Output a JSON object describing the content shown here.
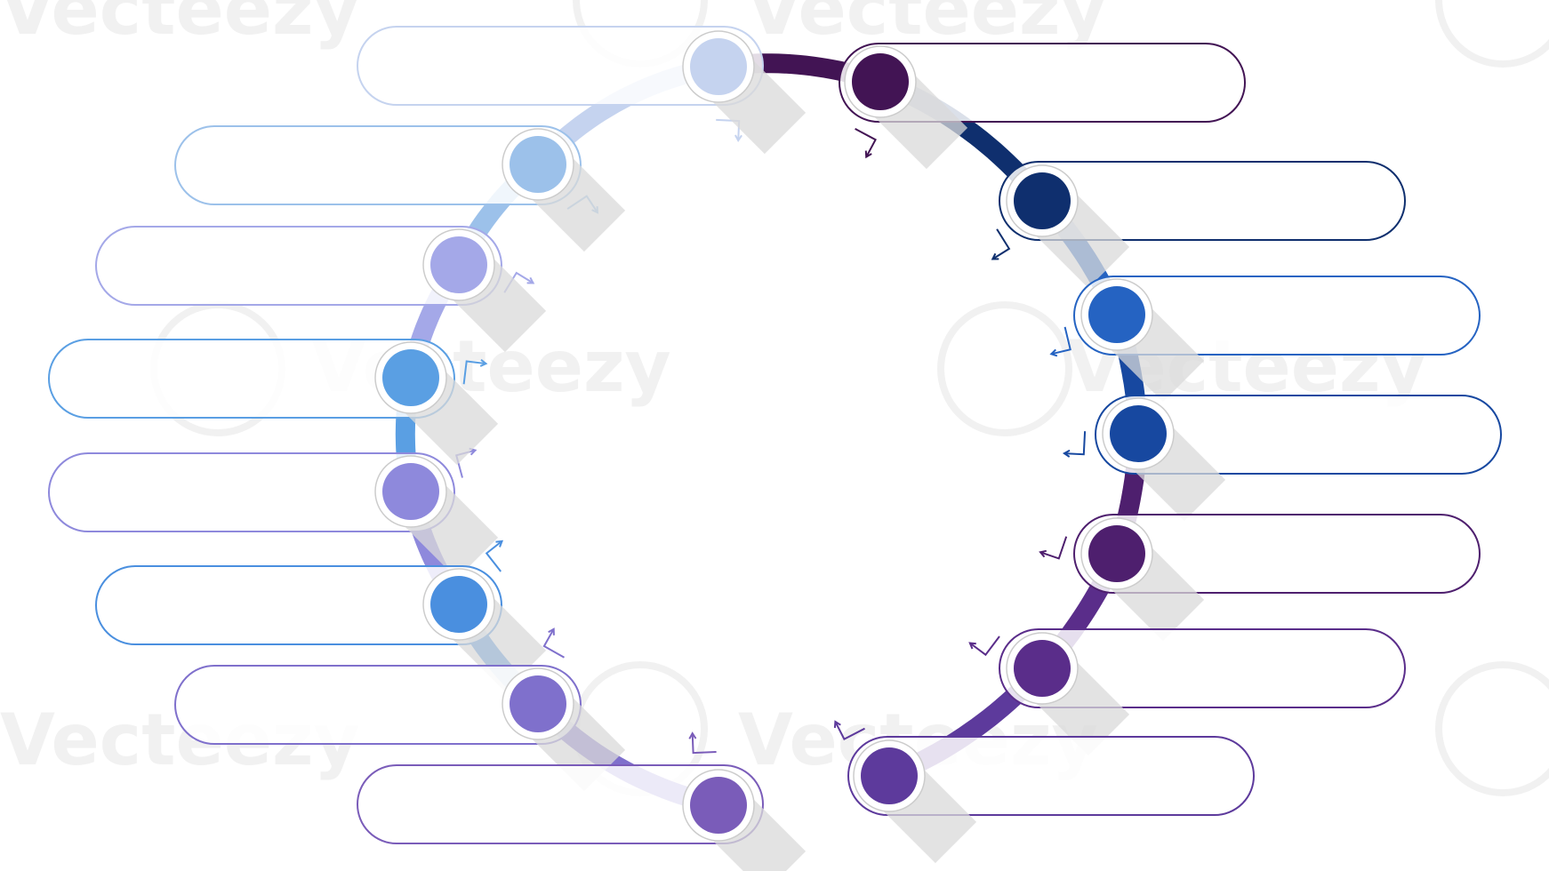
{
  "watermark": {
    "brand_text": "Vecteezy"
  },
  "colors": {
    "background": "#ffffff",
    "shadow": "#d9d9d9",
    "watermark": "#f1f1f1"
  },
  "steps": [
    {
      "id": 1,
      "side": "left",
      "color": "#c5d3ef",
      "label": ""
    },
    {
      "id": 2,
      "side": "left",
      "color": "#9cc1ea",
      "label": ""
    },
    {
      "id": 3,
      "side": "left",
      "color": "#a4a8e8",
      "label": ""
    },
    {
      "id": 4,
      "side": "left",
      "color": "#5a9fe3",
      "label": ""
    },
    {
      "id": 5,
      "side": "left",
      "color": "#8e89dc",
      "label": ""
    },
    {
      "id": 6,
      "side": "left",
      "color": "#4a8fdf",
      "label": ""
    },
    {
      "id": 7,
      "side": "left",
      "color": "#7f70cc",
      "label": ""
    },
    {
      "id": 8,
      "side": "left",
      "color": "#7a5cb9",
      "label": ""
    },
    {
      "id": 9,
      "side": "right",
      "color": "#421454",
      "label": ""
    },
    {
      "id": 10,
      "side": "right",
      "color": "#0f2f6e",
      "label": ""
    },
    {
      "id": 11,
      "side": "right",
      "color": "#2563c2",
      "label": ""
    },
    {
      "id": 12,
      "side": "right",
      "color": "#1748a0",
      "label": ""
    },
    {
      "id": 13,
      "side": "right",
      "color": "#4e1f6e",
      "label": ""
    },
    {
      "id": 14,
      "side": "right",
      "color": "#5a2d8a",
      "label": ""
    },
    {
      "id": 15,
      "side": "right",
      "color": "#5d3a9c",
      "label": ""
    }
  ]
}
